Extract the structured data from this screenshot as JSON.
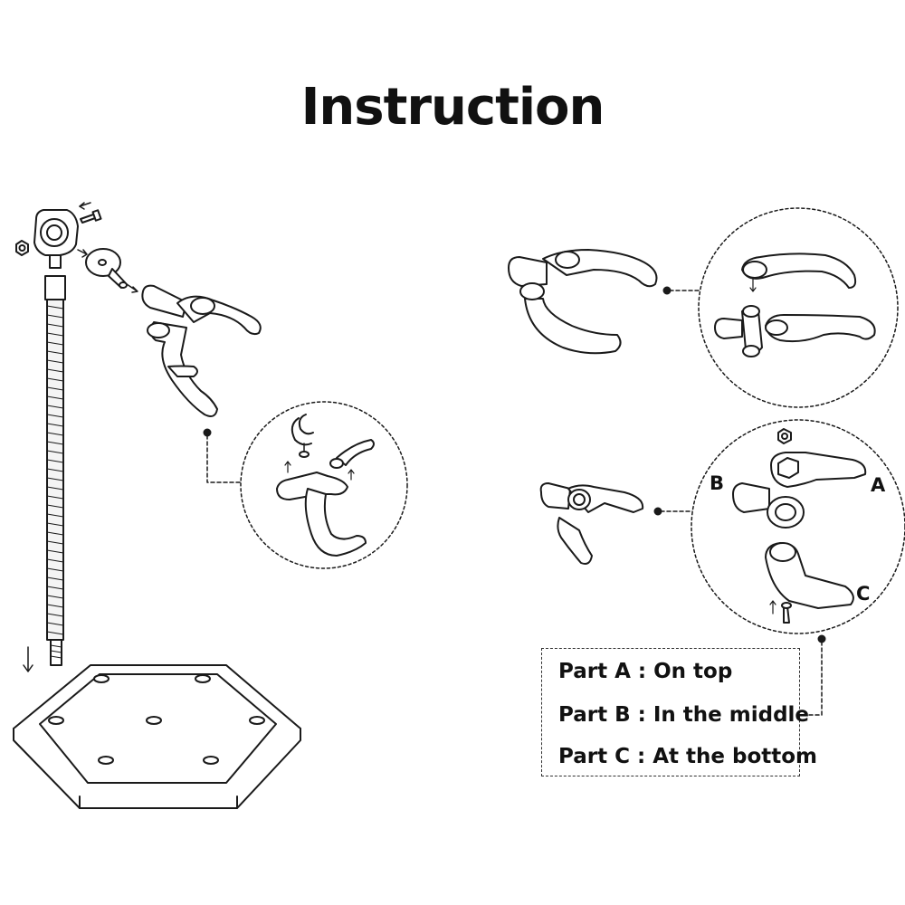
{
  "title": "Instruction",
  "part_labels": {
    "a": "A",
    "b": "B",
    "c": "C"
  },
  "legend": [
    "Part A : On top",
    "Part B : In the middle",
    "Part C : At the bottom"
  ]
}
